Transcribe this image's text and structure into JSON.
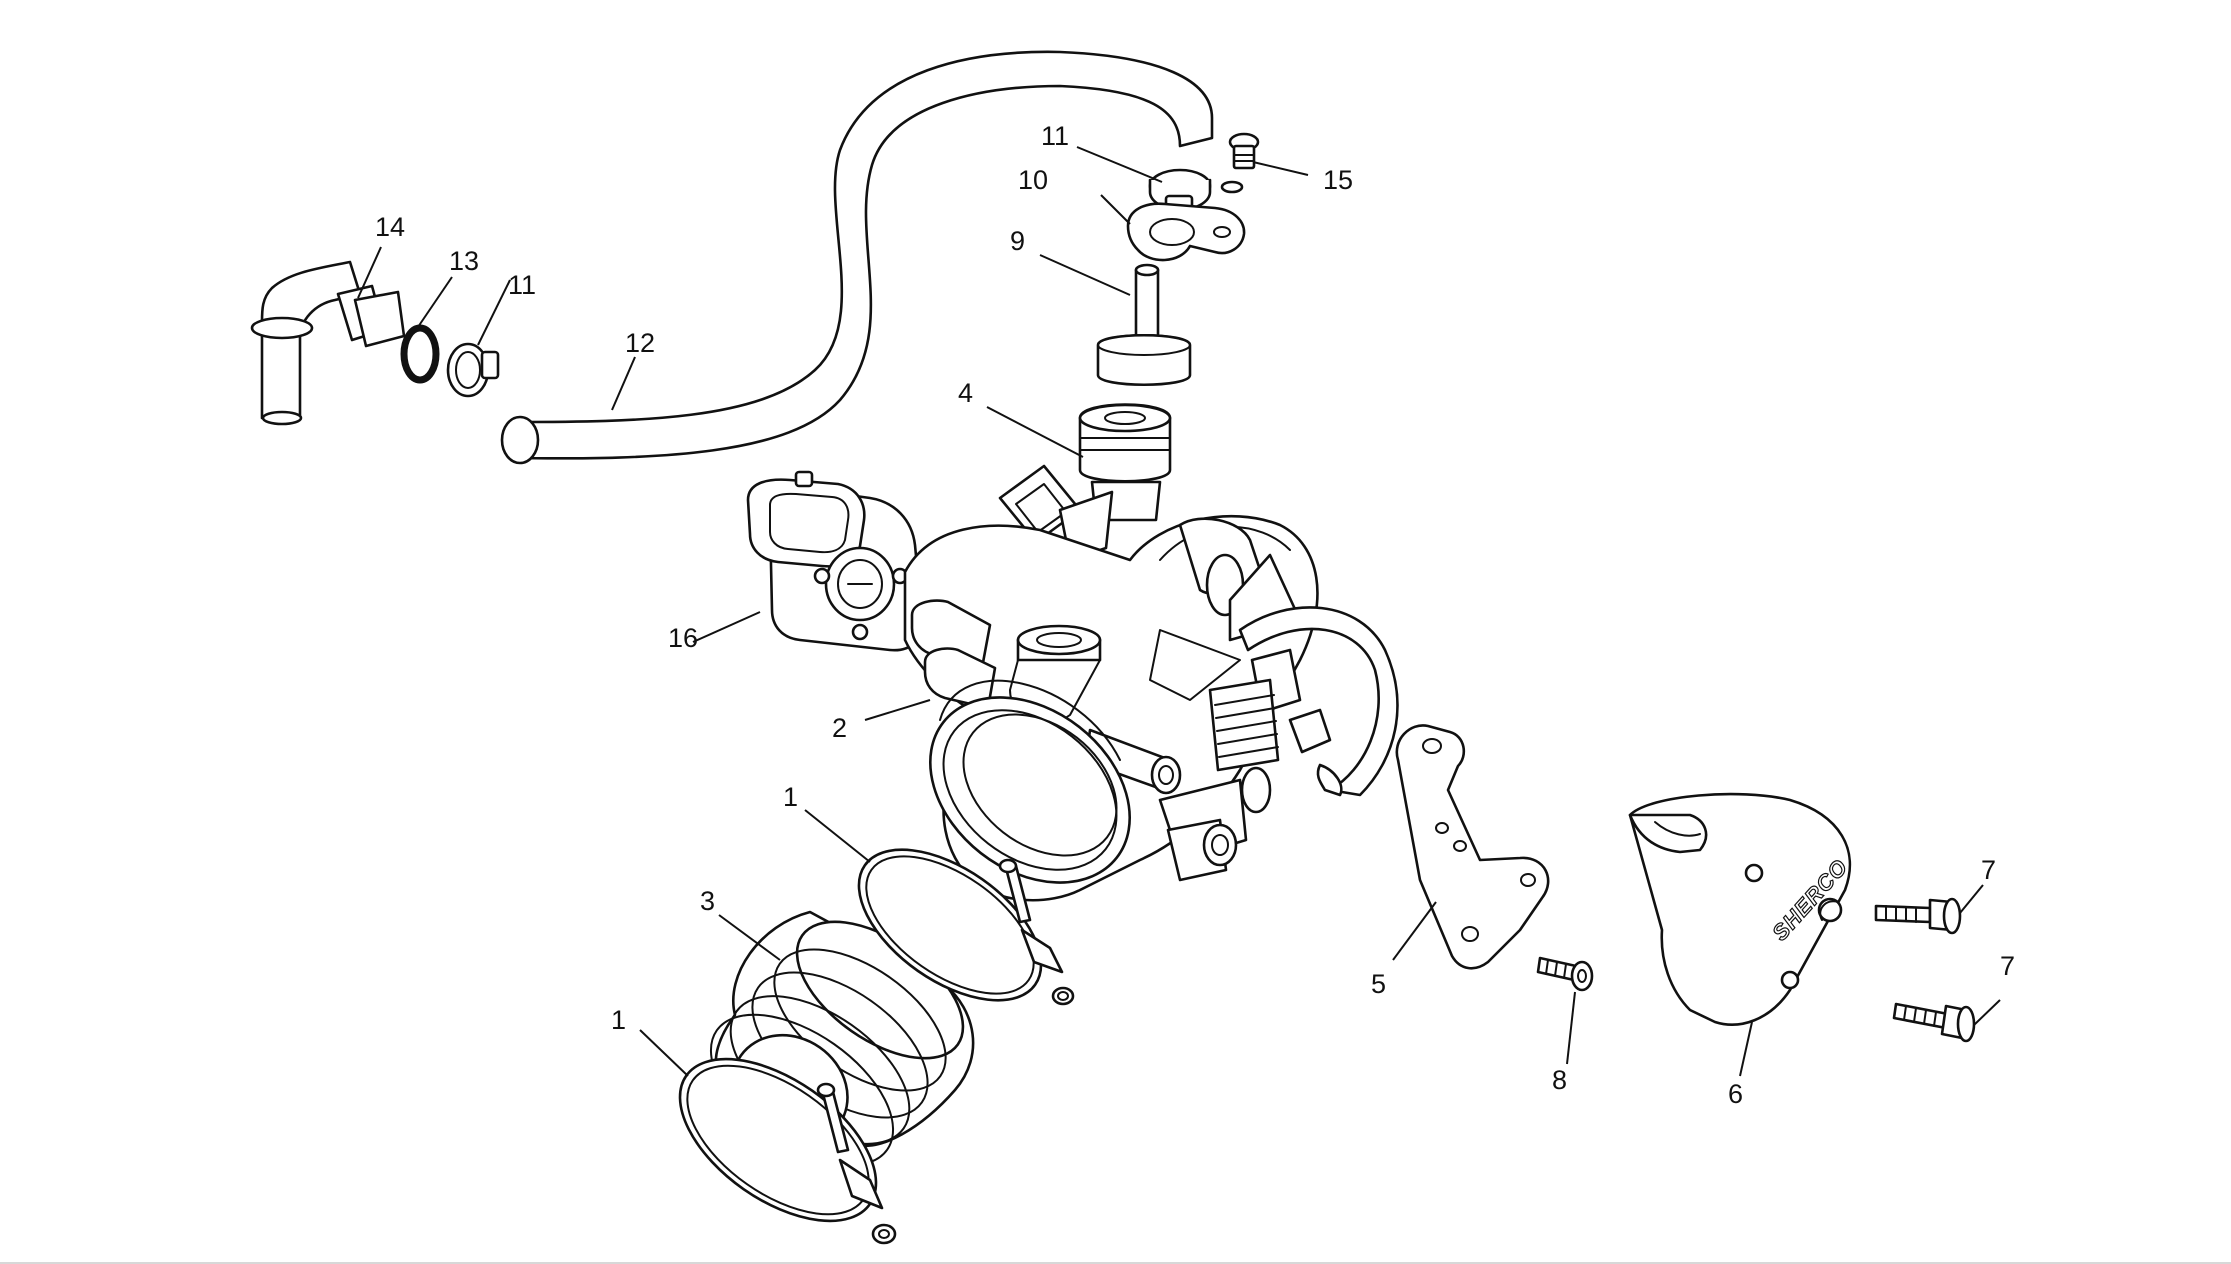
{
  "diagram": {
    "callouts": [
      "1",
      "1",
      "2",
      "3",
      "4",
      "5",
      "6",
      "7",
      "7",
      "8",
      "9",
      "10",
      "11",
      "11",
      "12",
      "13",
      "14",
      "15",
      "16"
    ],
    "cover_logo": "SHERCO"
  }
}
